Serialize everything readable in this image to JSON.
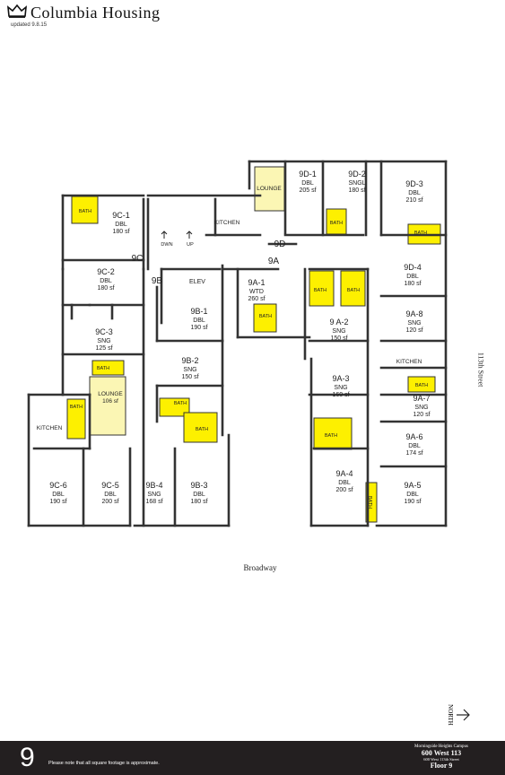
{
  "header": {
    "brand": "Columbia Housing",
    "updated": "updated 9.8.15"
  },
  "rooms": [
    {
      "key": "9c1",
      "id": "9C-1",
      "type": "DBL",
      "area": "180 sf"
    },
    {
      "key": "9c2",
      "id": "9C-2",
      "type": "DBL",
      "area": "180 sf"
    },
    {
      "key": "9c3",
      "id": "9C-3",
      "type": "SNG",
      "area": "125 sf"
    },
    {
      "key": "9c5",
      "id": "9C-5",
      "type": "DBL",
      "area": "200 sf"
    },
    {
      "key": "9c6",
      "id": "9C-6",
      "type": "DBL",
      "area": "190 sf"
    },
    {
      "key": "9b1",
      "id": "9B-1",
      "type": "DBL",
      "area": "190 sf"
    },
    {
      "key": "9b2",
      "id": "9B-2",
      "type": "SNG",
      "area": "150 sf"
    },
    {
      "key": "9b3",
      "id": "9B-3",
      "type": "DBL",
      "area": "180 sf"
    },
    {
      "key": "9b4",
      "id": "9B-4",
      "type": "SNG",
      "area": "168 sf"
    },
    {
      "key": "9a1",
      "id": "9A-1",
      "type": "WTD",
      "area": "260 sf"
    },
    {
      "key": "9a2",
      "id": "9 A-2",
      "type": "SNG",
      "area": "150 sf"
    },
    {
      "key": "9a3",
      "id": "9A-3",
      "type": "SNG",
      "area": "160 sf"
    },
    {
      "key": "9a4",
      "id": "9A-4",
      "type": "DBL",
      "area": "200 sf"
    },
    {
      "key": "9a5",
      "id": "9A-5",
      "type": "DBL",
      "area": "190 sf"
    },
    {
      "key": "9a6",
      "id": "9A-6",
      "type": "DBL",
      "area": "174 sf"
    },
    {
      "key": "9a7",
      "id": "9A-7",
      "type": "SNG",
      "area": "120 sf"
    },
    {
      "key": "9a8",
      "id": "9A-8",
      "type": "SNG",
      "area": "120 sf"
    },
    {
      "key": "9d1",
      "id": "9D-1",
      "type": "DBL",
      "area": "205 sf"
    },
    {
      "key": "9d2",
      "id": "9D-2",
      "type": "SNGL",
      "area": "180 sf"
    },
    {
      "key": "9d3",
      "id": "9D-3",
      "type": "DBL",
      "area": "210 sf"
    },
    {
      "key": "9d4",
      "id": "9D-4",
      "type": "DBL",
      "area": "180 sf"
    }
  ],
  "lounges": [
    {
      "key": "lounge_top",
      "label": "LOUNGE",
      "area": ""
    },
    {
      "key": "lounge_left",
      "label": "LOUNGE",
      "area": "106 sf"
    }
  ],
  "bath_label": "BATH",
  "kitchen_label": "KITCHEN",
  "elev_label": "ELEV",
  "stairs": {
    "down": "DWN",
    "up": "UP"
  },
  "corridors": {
    "c9c": "9C",
    "c9b": "9B",
    "c9a": "9A",
    "c9d": "9D"
  },
  "streets": {
    "east": "113th Street",
    "south": "Broadway"
  },
  "north_label": "NORTH",
  "colors": {
    "bath": "#fdf000",
    "lounge": "#fbf6b4",
    "walls": "#333333",
    "footer": "#231f20"
  },
  "footer": {
    "floor_number": "9",
    "note": "Please note that all square footage is approximate.",
    "campus": "Morningside Heights Campus",
    "building": "600 West 113",
    "address": "600 West 113th Street",
    "floor_label": "Floor 9"
  }
}
